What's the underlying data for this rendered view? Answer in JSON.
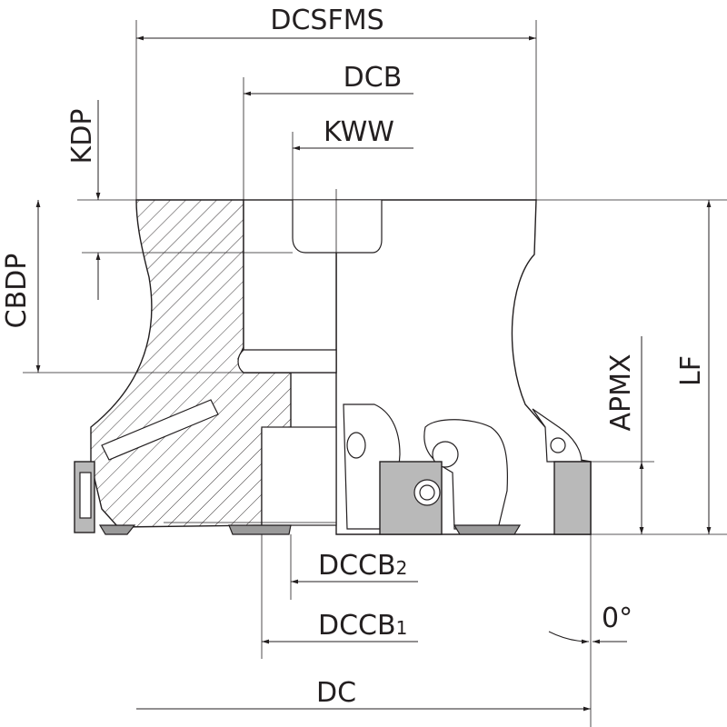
{
  "labels": {
    "dcsfms": "DCSFMS",
    "dcb": "DCB",
    "kww": "KWW",
    "kdp": "KDP",
    "cbdp": "CBDP",
    "lf": "LF",
    "apmx": "APMX",
    "dccb2": "DCCB",
    "dccb2_sub": "2",
    "dccb1": "DCCB",
    "dccb1_sub": "1",
    "dc": "DC",
    "angle": "0°"
  },
  "colors": {
    "line": "#231f20",
    "insert": "#b9b9b9",
    "background": "#ffffff"
  }
}
